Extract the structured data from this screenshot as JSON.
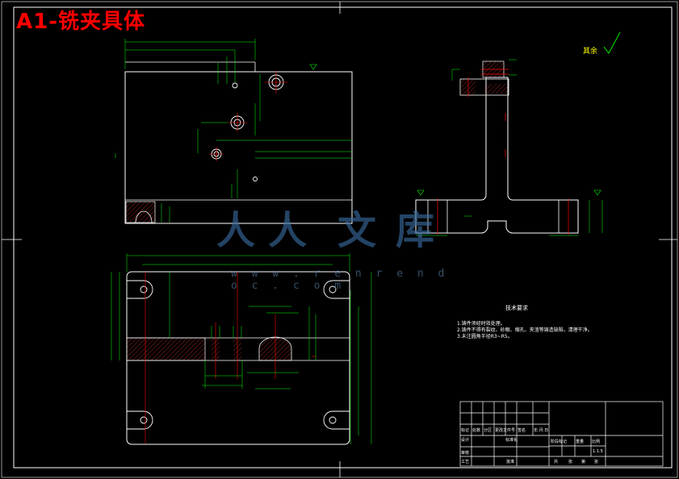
{
  "title": "A1-铣夹具体",
  "roughness_note": "其余",
  "watermark": {
    "chars": [
      "人",
      "人",
      "文",
      "库"
    ],
    "url": "w w w . r e n r e n d o c . c o m"
  },
  "tech_requirements": {
    "title": "技术要求",
    "items": [
      "1.铸件须经时效处理。",
      "2.铸件不得有裂纹、砂眼、缩孔、夹渣等铸造缺陷，清理干净。",
      "3.未注圆角半径R3~R5。"
    ]
  },
  "title_block": {
    "labels": [
      "标记",
      "处数",
      "分区",
      "更改文件号",
      "签名",
      "年.月.日",
      "设计",
      "标准化",
      "阶段标记",
      "重量",
      "比例",
      "审核",
      "工艺",
      "批准",
      "共",
      "张",
      "第",
      "张"
    ],
    "scale": "1:1.5"
  },
  "colors": {
    "background": "#000000",
    "outline": "#ffffff",
    "dimension": "#00ff00",
    "center": "#ff0000",
    "watermark": "#3b6fa3"
  }
}
